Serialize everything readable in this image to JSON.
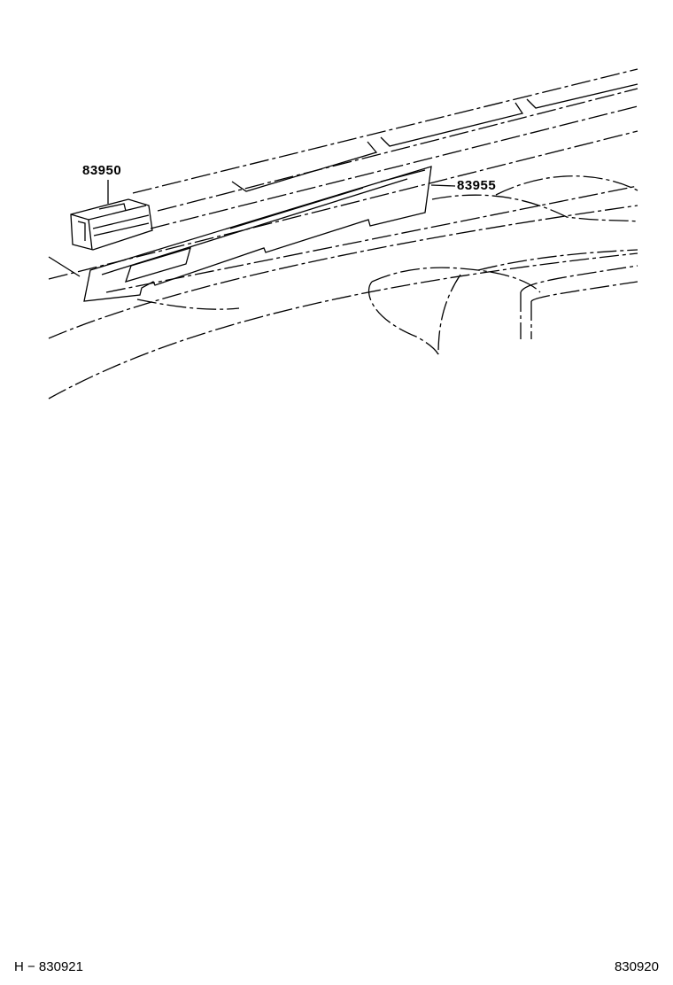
{
  "parts": [
    {
      "number": "83950"
    },
    {
      "number": "83955"
    }
  ],
  "footer": {
    "left_code": "H − 830921",
    "right_code": "830920"
  },
  "colors": {
    "line": "#000000",
    "background": "#ffffff"
  }
}
